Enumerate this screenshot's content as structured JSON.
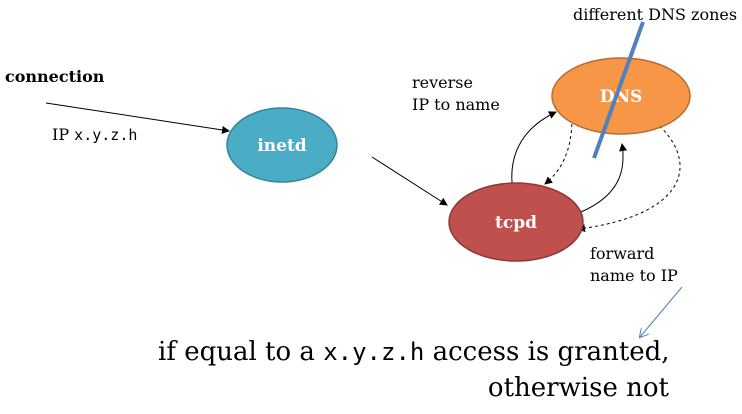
{
  "labels": {
    "connection": "connection",
    "ip_prefix": "IP ",
    "ip_addr": "x.y.z.h",
    "dns_zones": "different DNS zones",
    "reverse_line1": "reverse",
    "reverse_line2": "IP to name",
    "forward_line1": "forward",
    "forward_line2": "name to IP",
    "result_line1_prefix": "if equal to a ",
    "result_line1_addr": "x.y.z.h",
    "result_line1_suffix": " access is granted,",
    "result_line2": "otherwise not"
  },
  "nodes": {
    "inetd": {
      "label": "inetd",
      "color": "#4bacc6"
    },
    "tcpd": {
      "label": "tcpd",
      "color": "#c0504d"
    },
    "dns": {
      "label": "DNS",
      "color": "#f79646"
    }
  },
  "colors": {
    "zone_divider": "#4f81bd",
    "note_arrow": "#4f81bd"
  }
}
